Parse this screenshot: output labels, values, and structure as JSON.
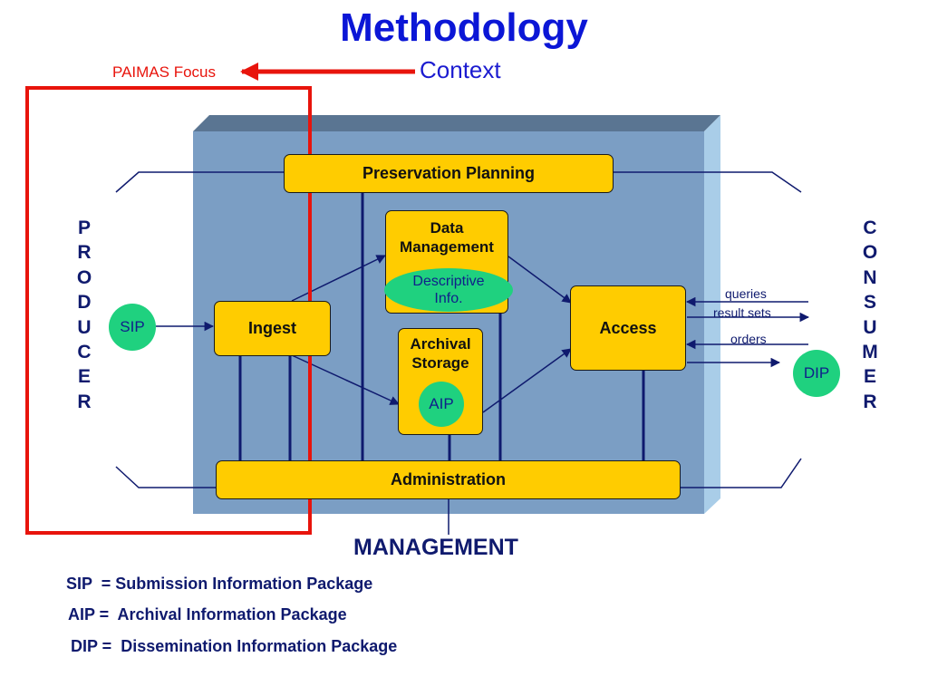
{
  "title": "Methodology",
  "context_label": "Context",
  "paimas_label": "PAIMAS Focus",
  "producer_label": "PRODUCER",
  "consumer_label": "CONSUMER",
  "boxes": {
    "preservation_planning": "Preservation Planning",
    "data_management": "Data Management",
    "descriptive_info": "Descriptive Info.",
    "ingest": "Ingest",
    "archival_storage": "Archival Storage",
    "access": "Access",
    "administration": "Administration"
  },
  "packages": {
    "sip": "SIP",
    "aip": "AIP",
    "dip": "DIP"
  },
  "flows": {
    "queries": "queries",
    "result_sets": "result sets",
    "orders": "orders"
  },
  "management_label": "MANAGEMENT",
  "legend": [
    "SIP  = Submission Information Package",
    "AIP =  Archival Information Package",
    "DIP =  Dissemination Information Package"
  ],
  "colors": {
    "title": "#0b16d6",
    "focus_box": "#e8140c",
    "panel": "#7b9ec4",
    "component": "#ffcc00",
    "package": "#1fd17f"
  }
}
